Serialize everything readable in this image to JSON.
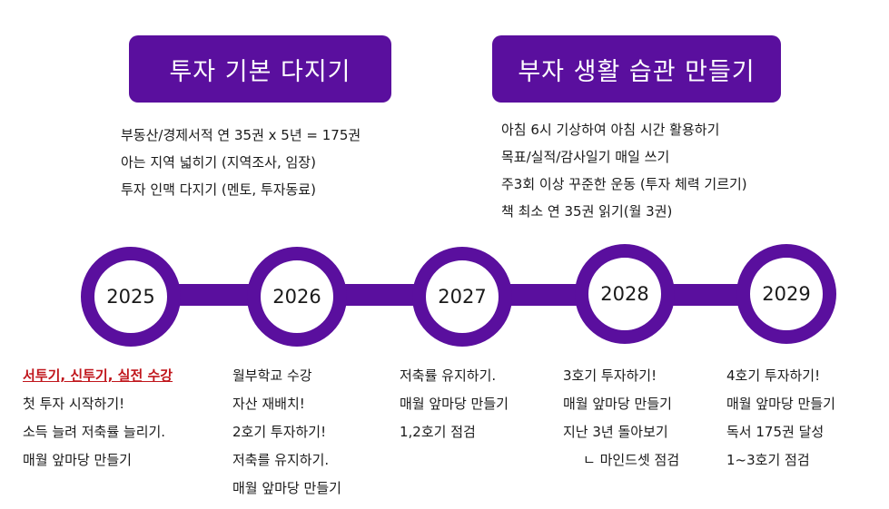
{
  "banners": {
    "left": "투자 기본 다지기",
    "right": "부자 생활 습관 만들기"
  },
  "goals_left": [
    "부동산/경제서적 연 35권 x 5년 = 175권",
    "아는 지역 넓히기 (지역조사, 임장)",
    "투자 인맥 다지기 (멘토, 투자동료)"
  ],
  "goals_right": [
    "아침 6시 기상하여 아침 시간 활용하기",
    "목표/실적/감사일기 매일 쓰기",
    "주3회 이상 꾸준한 운동 (투자 체력 기르기)",
    "책 최소 연 35권 읽기(월 3권)"
  ],
  "years": [
    "2025",
    "2026",
    "2027",
    "2028",
    "2029"
  ],
  "year_items": {
    "y2025": [
      "서투기, 신투기, 실전 수강",
      "첫 투자 시작하기!",
      "소득 늘려 저축률 늘리기.",
      "매월 앞마당 만들기"
    ],
    "y2026": [
      "월부학교 수강",
      "자산 재배치!",
      "2호기 투자하기!",
      "저축를 유지하기.",
      "매월 앞마당 만들기"
    ],
    "y2027": [
      "저축률 유지하기.",
      "매월 앞마당 만들기",
      "1,2호기 점검"
    ],
    "y2028": [
      "3호기 투자하기!",
      "매월 앞마당 만들기",
      "지난 3년 돌아보기",
      "ㄴ 마인드셋 점검"
    ],
    "y2029": [
      "4호기 투자하기!",
      "매월 앞마당 만들기",
      "독서 175권 달성",
      "1~3호기 점검"
    ]
  },
  "colors": {
    "accent": "#5a0f9e",
    "highlight": "#c0161c"
  }
}
